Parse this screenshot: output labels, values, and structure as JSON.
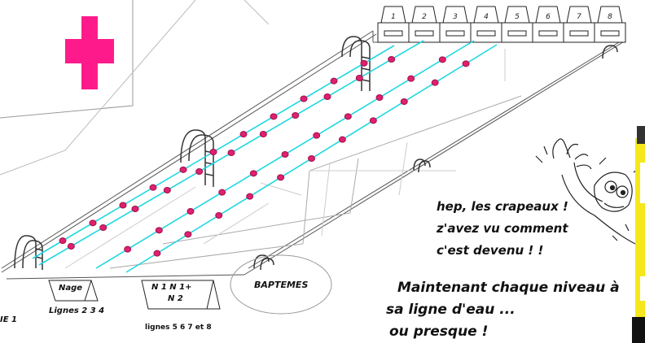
{
  "blocks": [
    "1",
    "2",
    "3",
    "4",
    "5",
    "6",
    "7",
    "8"
  ],
  "signs": {
    "nage": "Nage",
    "lignes_nage": "Lignes 2 3 4",
    "niveaux_line1": "N 1   N 1+",
    "niveaux_line2": "N 2",
    "lignes_niveaux": "lignes 5 6 7 et 8",
    "baptemes": "BAPTEMES",
    "edge_label": "IE 1"
  },
  "speech": {
    "line1": "hep, les crapeaux !",
    "line2": "z'avez vu comment",
    "line3": "c'est devenu ! !"
  },
  "note": {
    "line1": "Maintenant chaque niveau à",
    "line2": "sa ligne d'eau ...",
    "line3": "ou presque !"
  },
  "colors": {
    "cross": "#ff1a8c",
    "lane_rope": "#20d8e0",
    "buoy": "#e0206e",
    "yellow_panel": "#f5e81a"
  },
  "icons": [
    "red-cross-icon",
    "pool-ladder-icon",
    "cartoon-frog-icon"
  ]
}
